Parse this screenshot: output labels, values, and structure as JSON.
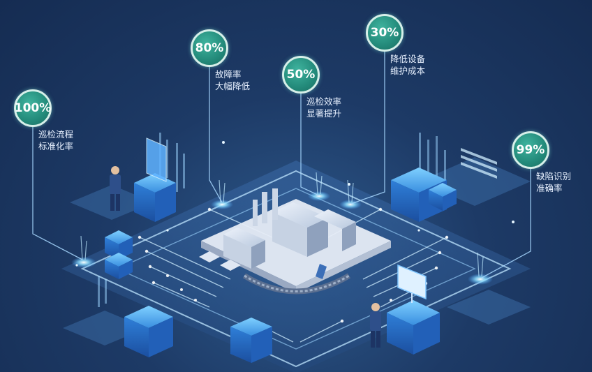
{
  "stats": [
    {
      "value": "100%",
      "line1": "巡检流程",
      "line2": "标准化率"
    },
    {
      "value": "80%",
      "line1": "故障率",
      "line2": "大幅降低"
    },
    {
      "value": "50%",
      "line1": "巡检效率",
      "line2": "显著提升"
    },
    {
      "value": "30%",
      "line1": "降低设备",
      "line2": "维护成本"
    },
    {
      "value": "99%",
      "line1": "缺陷识别",
      "line2": "准确率"
    }
  ],
  "colors": {
    "background": "#1d3a66",
    "badge": "#2a9a86",
    "badge_border": "#d6efe9",
    "accent_glow": "#6fd6ff",
    "cube": "#3aa0f0",
    "label_text": "#e8f1ff"
  }
}
